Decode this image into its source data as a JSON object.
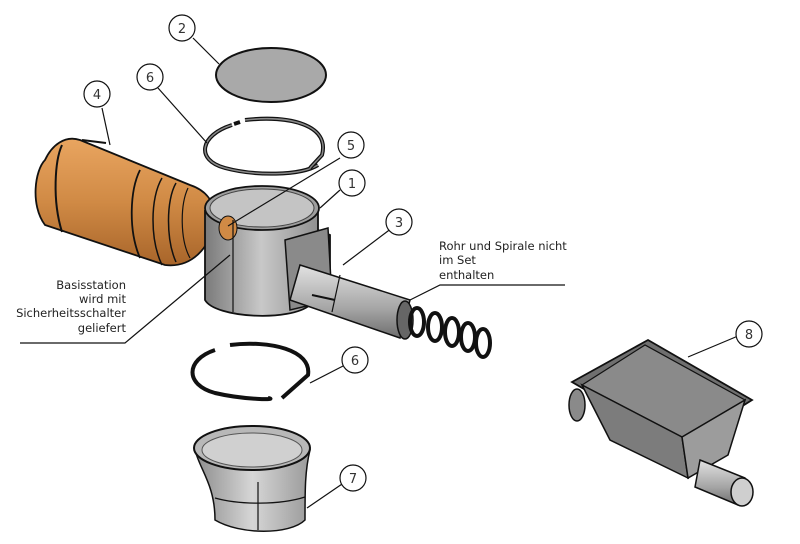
{
  "callouts": [
    {
      "number": "1",
      "part": "basisstation"
    },
    {
      "number": "2",
      "part": "deckel"
    },
    {
      "number": "3",
      "part": "rohr"
    },
    {
      "number": "4",
      "part": "motor"
    },
    {
      "number": "5",
      "part": "sicherheitsschalter"
    },
    {
      "number": "6",
      "part": "ring-oben"
    },
    {
      "number": "6",
      "part": "ring-unten"
    },
    {
      "number": "7",
      "part": "trichter"
    },
    {
      "number": "8",
      "part": "trog"
    }
  ],
  "notes": {
    "basis": [
      "Basisstation",
      "wird mit",
      "Sicherheitsschalter",
      "geliefert"
    ],
    "rohr": [
      "Rohr und Spirale nicht",
      "im Set",
      "enthalten"
    ]
  },
  "colors": {
    "motor": "#d08a45",
    "steel": "#9a9a9a",
    "lid": "#a9a9a9",
    "outline": "#111111"
  }
}
